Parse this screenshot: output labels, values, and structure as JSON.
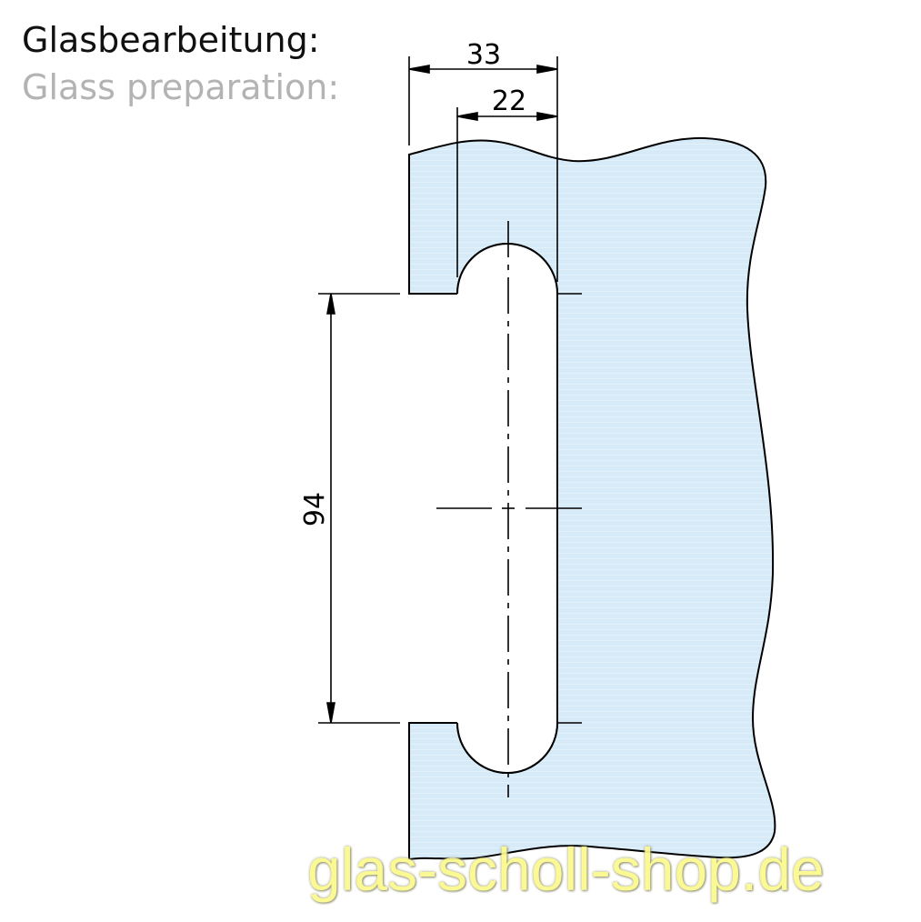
{
  "header": {
    "title_de": "Glasbearbeitung:",
    "title_en": "Glass preparation:"
  },
  "drawing": {
    "dimensions": {
      "overall_width": "33",
      "slot_width": "22",
      "slot_length": "94"
    },
    "colors": {
      "glass_fill": "#d6eaf8",
      "line": "#000000",
      "title_primary": "#111111",
      "title_secondary": "#b3b3b3",
      "watermark": "#fbf98c"
    }
  },
  "watermark": {
    "text": "glas-scholl-shop.de"
  }
}
